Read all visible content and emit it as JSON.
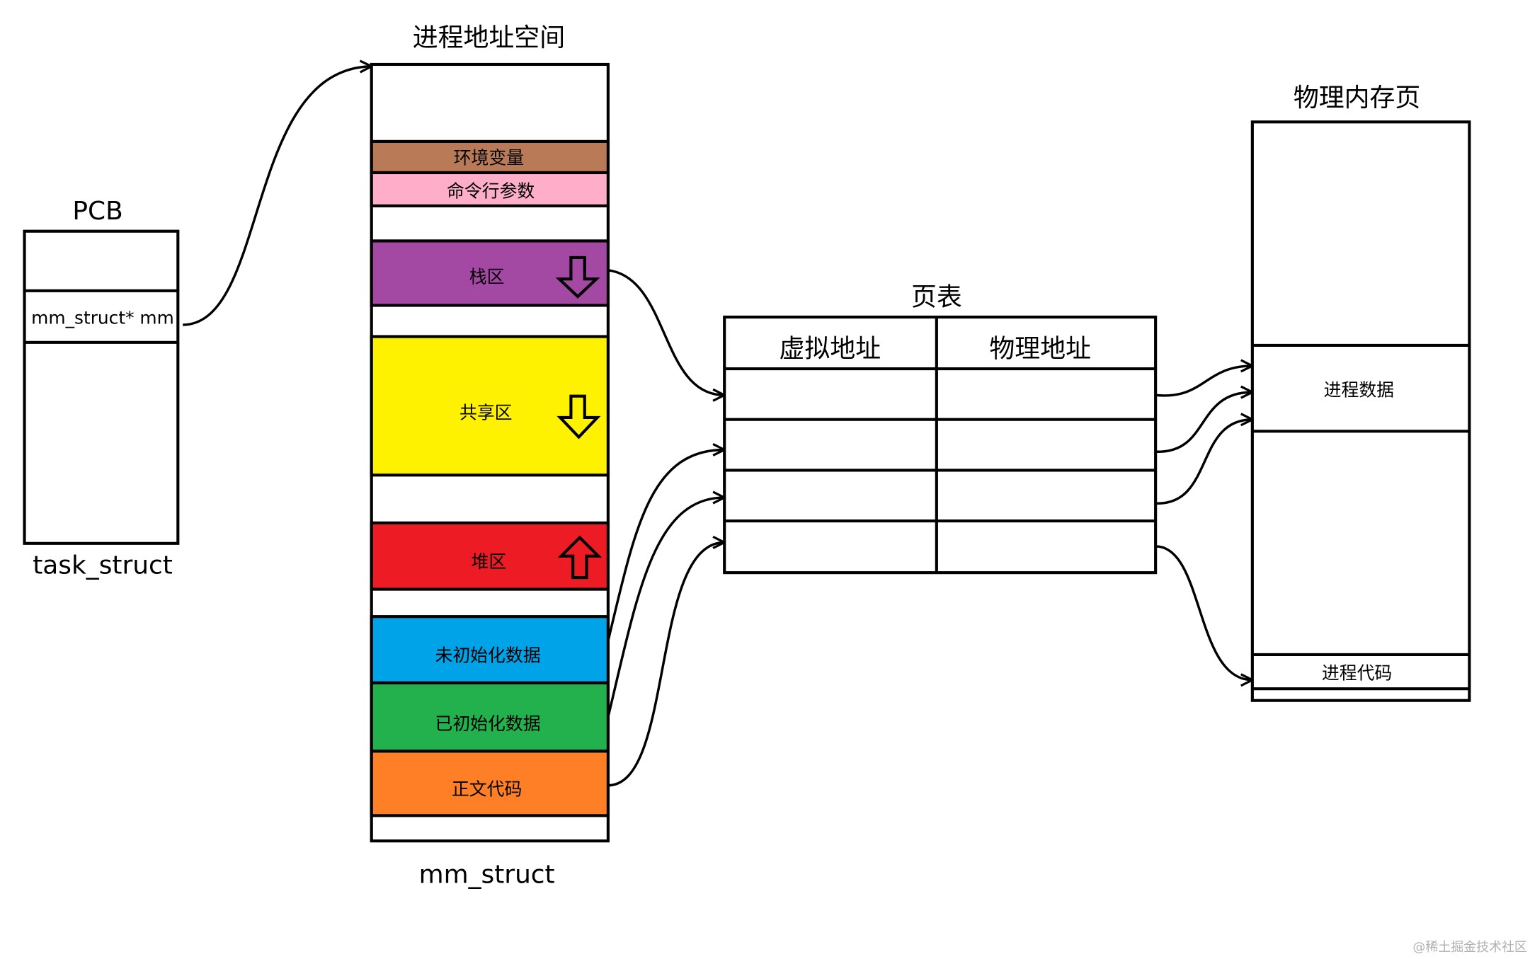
{
  "pcb": {
    "title": "PCB",
    "field": "mm_struct* mm",
    "struct_name": "task_struct"
  },
  "address_space": {
    "title": "进程地址空间",
    "struct_name": "mm_struct",
    "segments": [
      {
        "label": "环境变量",
        "color": "#B97A57"
      },
      {
        "label": "命令行参数",
        "color": "#FFAEC9"
      },
      {
        "label": "栈区",
        "color": "#A349A4"
      },
      {
        "label": "共享区",
        "color": "#FFF200"
      },
      {
        "label": "堆区",
        "color": "#ED1C24"
      },
      {
        "label": "未初始化数据",
        "color": "#00A2E8"
      },
      {
        "label": "已初始化数据",
        "color": "#22B14C"
      },
      {
        "label": "正文代码",
        "color": "#FF7F27"
      }
    ],
    "icons": {
      "stack": "down-arrow-icon",
      "shared": "down-arrow-icon",
      "heap": "up-arrow-icon"
    }
  },
  "page_table": {
    "title": "页表",
    "headers": [
      "虚拟地址",
      "物理地址"
    ]
  },
  "physical_memory": {
    "title": "物理内存页",
    "blocks": [
      "进程数据",
      "进程代码"
    ]
  },
  "watermark": "@稀土掘金技术社区"
}
